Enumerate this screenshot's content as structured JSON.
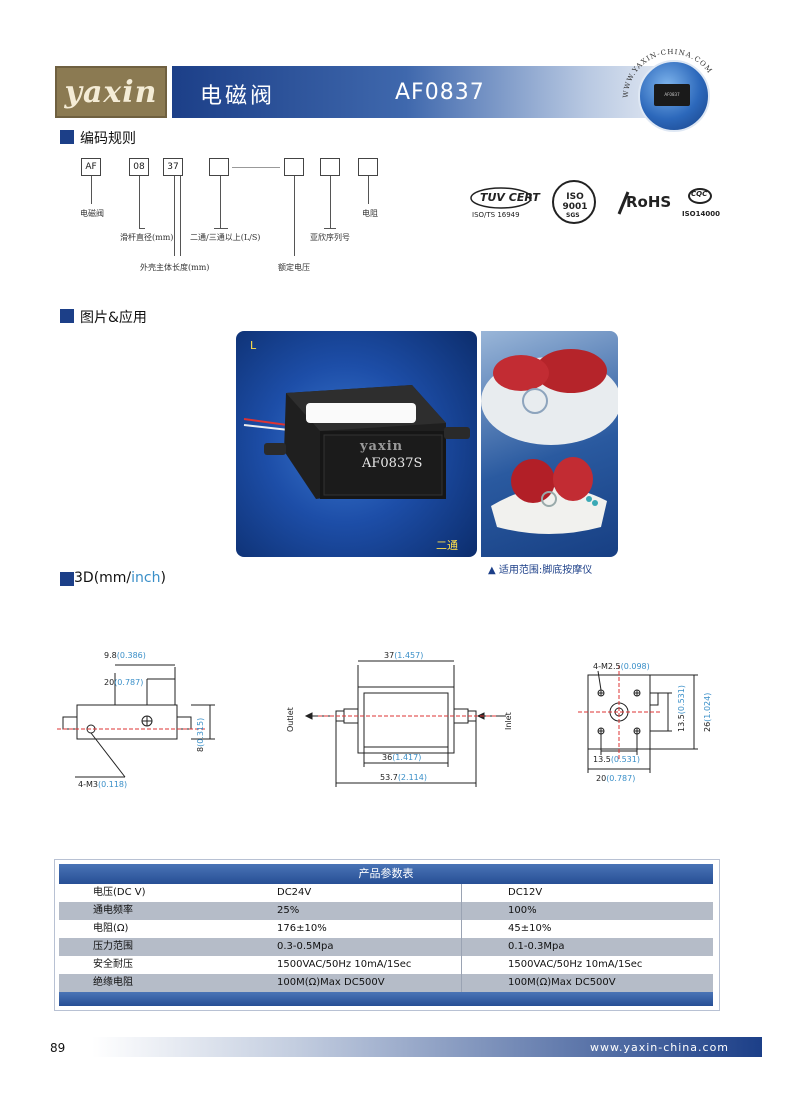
{
  "header": {
    "logo_text": "yaxin",
    "title": "电磁阀",
    "model": "AF0837",
    "badge_url": "WWW.YAXIN-CHINA.COM",
    "badge_product_label": "AF0837"
  },
  "coding_rule": {
    "heading": "编码规则",
    "boxes": [
      "AF",
      "08",
      "37",
      "",
      "",
      "",
      ""
    ],
    "labels": {
      "af": "电磁阀",
      "plunger_diameter": "滑杆直径(mm)",
      "body_length": "外壳主体长度(mm)",
      "ways": "二通/三通以上(L/S)",
      "voltage": "额定电压",
      "series": "亚欣序列号",
      "resistance": "电阻"
    }
  },
  "certifications": [
    {
      "name": "TUV CERT",
      "sub": "ISO/TS 16949"
    },
    {
      "name": "ISO 9001",
      "sub": "SGS"
    },
    {
      "name": "RoHS",
      "sub": ""
    },
    {
      "name": "CQC",
      "sub": "ISO14000"
    }
  ],
  "photo_section": {
    "heading": "图片&应用",
    "corner_label": "L",
    "product_mark": "yaxin",
    "product_model": "AF0837S",
    "ways_label": "二通",
    "application": "▲  适用范围:脚底按摩仪"
  },
  "drawing_section": {
    "heading_prefix": "3D(mm/",
    "heading_unit": "inch",
    "heading_suffix": ")",
    "left": {
      "d1": "9.8",
      "d1_in": "(0.386)",
      "d2": "20",
      "d2_in": "(0.787)",
      "d3": "8",
      "d3_in": "(0.315)",
      "d4": "4-M3",
      "d4_in": "(0.118)"
    },
    "middle": {
      "top": "37",
      "top_in": "(1.457)",
      "inner": "36",
      "inner_in": "(1.417)",
      "total": "53.7",
      "total_in": "(2.114)",
      "outlet": "Outlet",
      "inlet": "Inlet"
    },
    "right": {
      "holes": "4-M2.5",
      "holes_in": "(0.098)",
      "v1": "13.5",
      "v1_in": "(0.531)",
      "v2": "26",
      "v2_in": "(1.024)",
      "h1": "13.5",
      "h1_in": "(0.531)",
      "h2": "20",
      "h2_in": "(0.787)"
    }
  },
  "table": {
    "title": "产品参数表",
    "rows": [
      {
        "label": "电压(DC V)",
        "v1": "DC24V",
        "v2": "DC12V"
      },
      {
        "label": "通电频率",
        "v1": "25%",
        "v2": "100%"
      },
      {
        "label": "电阻(Ω)",
        "v1": "176±10%",
        "v2": "45±10%"
      },
      {
        "label": "压力范围",
        "v1": "0.3-0.5Mpa",
        "v2": "0.1-0.3Mpa"
      },
      {
        "label": "安全耐压",
        "v1": "1500VAC/50Hz 10mA/1Sec",
        "v2": "1500VAC/50Hz 10mA/1Sec"
      },
      {
        "label": "绝缘电阻",
        "v1": "100M(Ω)Max DC500V",
        "v2": "100M(Ω)Max DC500V"
      }
    ]
  },
  "footer": {
    "page_number": "89",
    "url": "www.yaxin-china.com"
  }
}
